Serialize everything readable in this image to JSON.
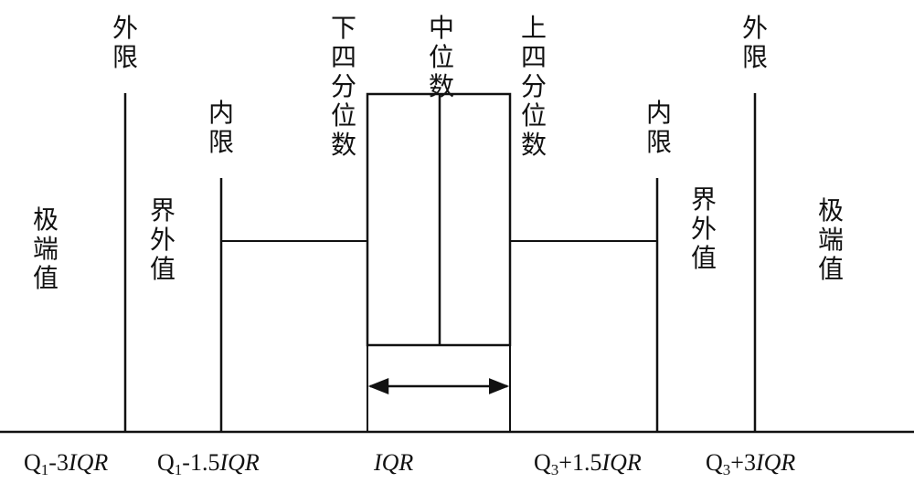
{
  "vertical_labels": {
    "outer_fence_left": "外限",
    "inner_fence_left": "内限",
    "lower_quartile": "下四分位数",
    "median": "中位数",
    "upper_quartile": "上四分位数",
    "inner_fence_right": "内限",
    "outer_fence_right": "外限",
    "extreme_left": "极端值",
    "mild_outlier_left": "界外值",
    "mild_outlier_right": "界外值",
    "extreme_right": "极端值"
  },
  "axis_labels": {
    "q1_3iqr": {
      "base": "Q",
      "sub": "1",
      "op": "-3",
      "term": "IQR"
    },
    "q1_15iqr": {
      "base": "Q",
      "sub": "1",
      "op": "-1.5",
      "term": "IQR"
    },
    "iqr": {
      "term": "IQR"
    },
    "q3_15iqr": {
      "base": "Q",
      "sub": "3",
      "op": "+1.5",
      "term": "IQR"
    },
    "q3_3iqr": {
      "base": "Q",
      "sub": "3",
      "op": "+3",
      "term": "IQR"
    }
  }
}
